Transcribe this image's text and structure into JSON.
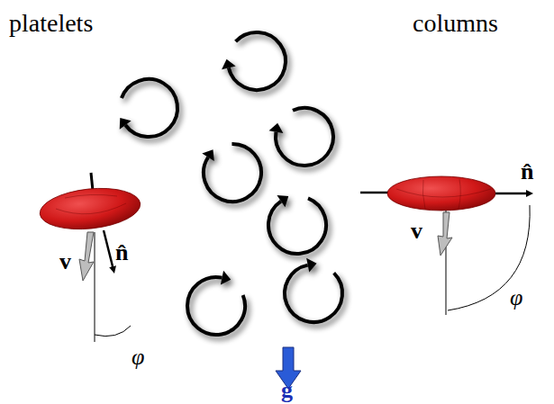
{
  "diagram": {
    "labels": [
      "platelets",
      "columns",
      "v",
      "n̂",
      "φ",
      "v",
      "n̂",
      "φ",
      "g"
    ]
  }
}
